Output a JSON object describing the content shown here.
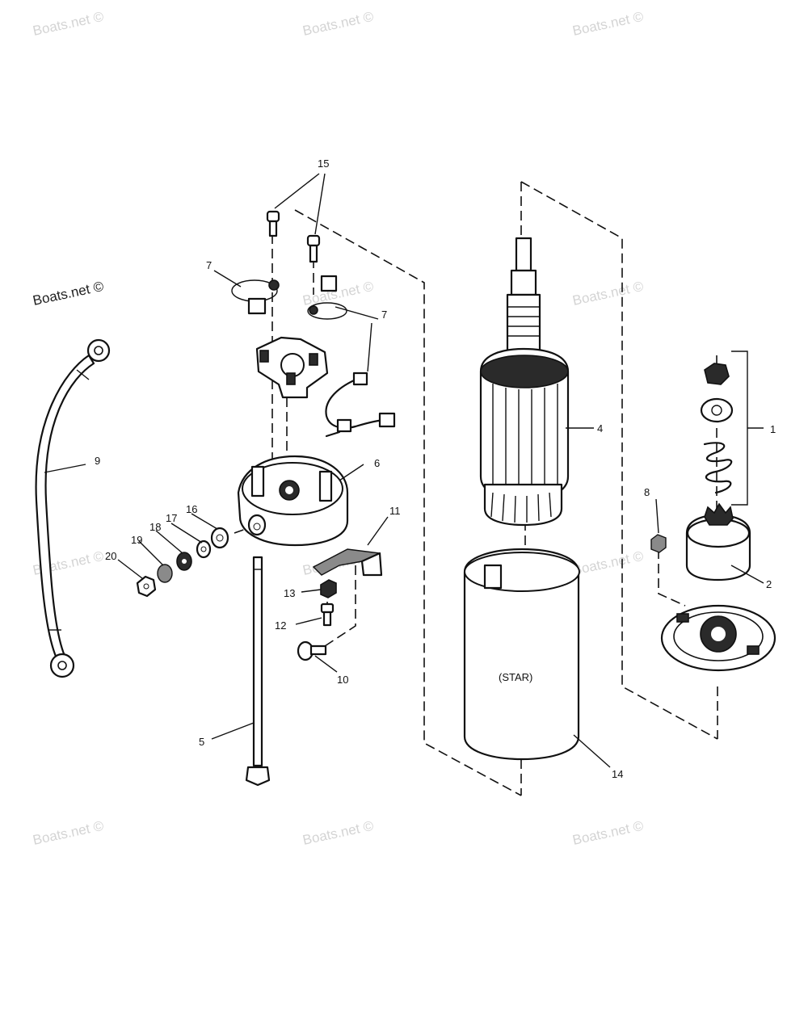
{
  "watermarks": {
    "brand": "Boats.net ©"
  },
  "callouts": {
    "c1": "1",
    "c2": "2",
    "c4": "4",
    "c5": "5",
    "c6": "6",
    "c7a": "7",
    "c7b": "7",
    "c8": "8",
    "c9": "9",
    "c10": "10",
    "c11": "11",
    "c12": "12",
    "c13": "13",
    "c14": "14",
    "c15": "15",
    "c16": "16",
    "c17": "17",
    "c18": "18",
    "c19": "19",
    "c20": "20"
  },
  "frame_label": "(STAR)"
}
